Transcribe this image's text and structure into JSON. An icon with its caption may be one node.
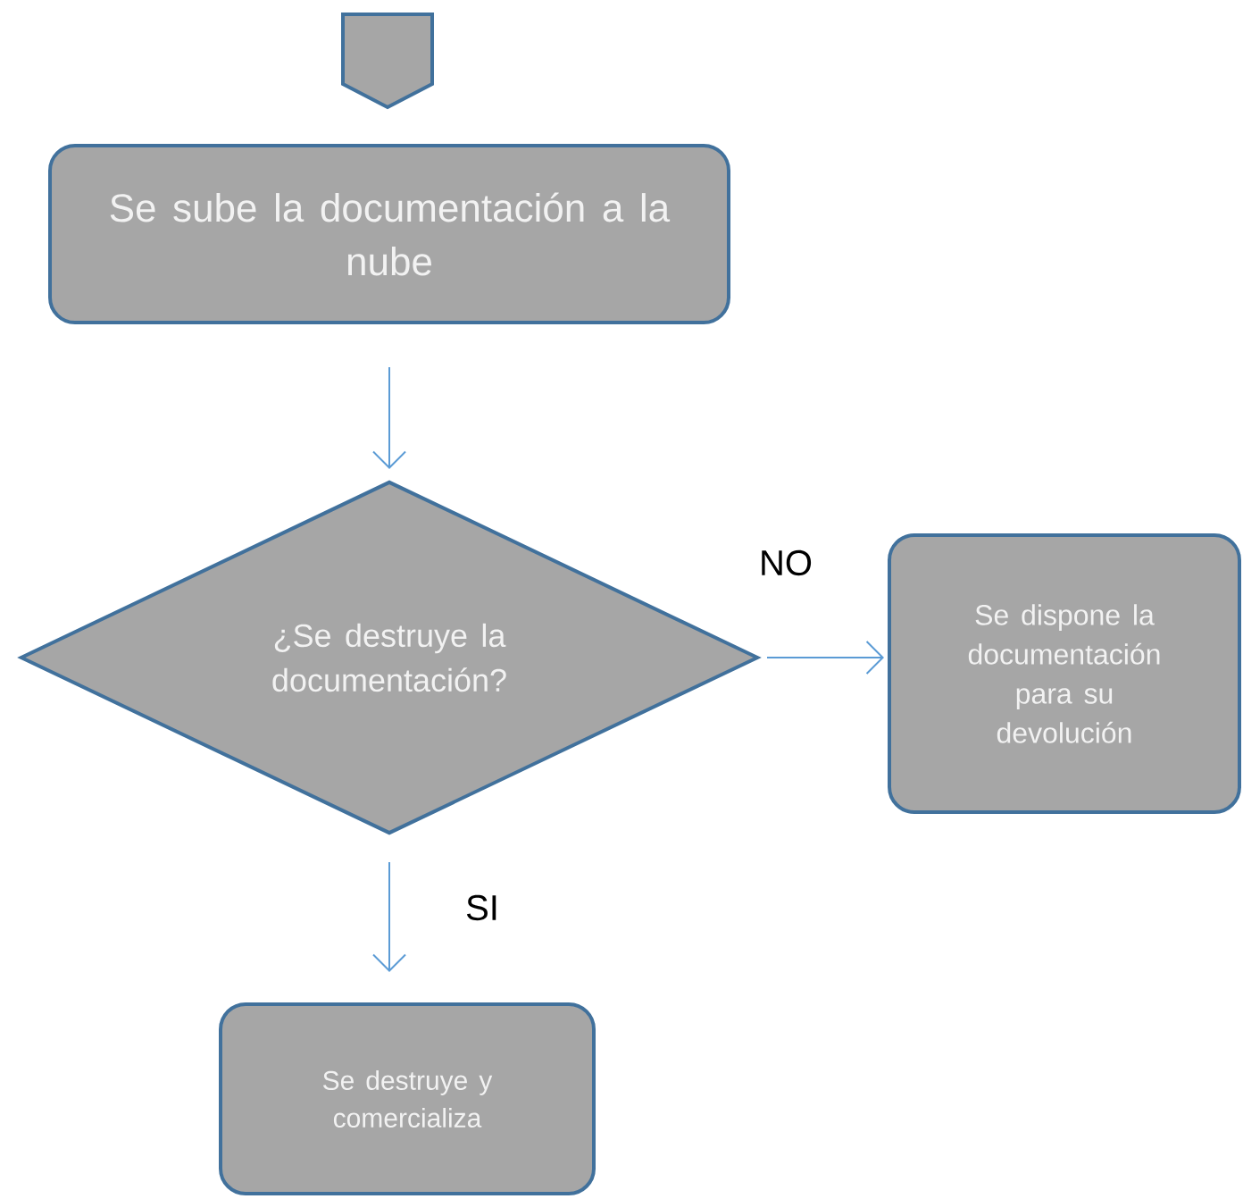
{
  "diagram": {
    "nodes": [
      {
        "text": [],
        "shape": "pentagon"
      },
      {
        "text": [
          "Se sube la documentación a la nube"
        ]
      },
      {
        "text": [
          "¿Se destruye la documentación?"
        ]
      },
      {
        "text": [
          "Se dispone la documentación para su devolución"
        ]
      },
      {
        "text": [
          "Se destruye y comercializa"
        ]
      }
    ],
    "edges": [
      {
        "from": 1,
        "to": 2,
        "arrow": "to"
      },
      {
        "from": 2,
        "to": 3,
        "arrow": "to",
        "label": "NO"
      },
      {
        "from": 2,
        "to": 4,
        "arrow": "to",
        "label": "SI"
      }
    ]
  }
}
